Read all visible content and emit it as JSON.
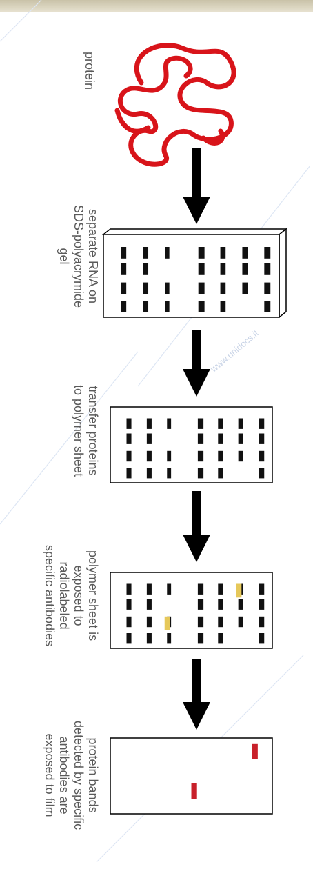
{
  "diagram": {
    "title": "",
    "steps": [
      {
        "id": "protein",
        "caption": [
          "protein"
        ]
      },
      {
        "id": "gel",
        "caption": [
          "separate RNA on",
          "SDS-polyacrymide",
          "gel"
        ]
      },
      {
        "id": "transfer",
        "caption": [
          "transfer proteins",
          "to polymer sheet"
        ]
      },
      {
        "id": "antibody",
        "caption": [
          "polymer sheet is",
          "exposed to",
          "radiolabeled",
          "specific antibodies"
        ]
      },
      {
        "id": "detect",
        "caption": [
          "protein bands",
          "detected by specific",
          "antibodies are",
          "exposed to film"
        ]
      }
    ],
    "watermark": "www.unidocs.it",
    "colors": {
      "protein": "#d8141a",
      "band": "#111111",
      "highlight_band": "#e6c85a",
      "detected_band": "#c8202a",
      "arrow": "#000000",
      "text": "#5a5a5a"
    }
  }
}
